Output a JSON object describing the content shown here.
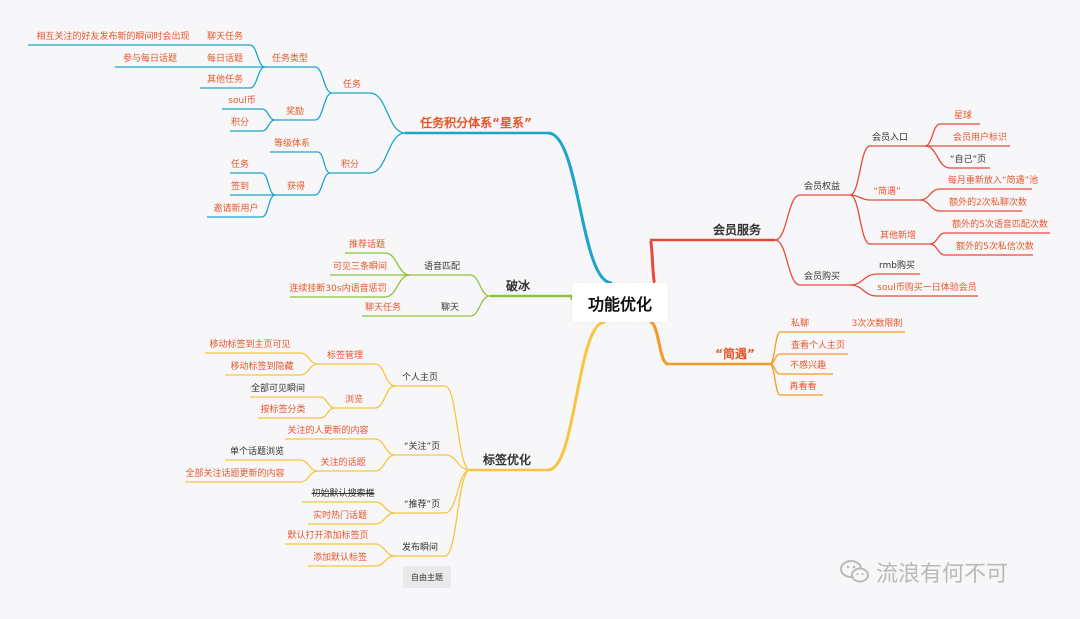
{
  "mindmap": {
    "root": "功能优化",
    "colors": {
      "blue": "#1ea5cc",
      "green": "#8dc43f",
      "yellow": "#f7c543",
      "red": "#e84a3a",
      "orange": "#f39a2b",
      "text_accent": "#e8562a",
      "text_dark": "#333333"
    },
    "branches": [
      {
        "title": "任务积分体系“星系”",
        "children": [
          {
            "label": "任务",
            "children": [
              {
                "label": "任务类型",
                "children": [
                  {
                    "label": "聊天任务",
                    "children": [
                      {
                        "label": "相互关注的好友发布新的瞬间时会出现"
                      }
                    ]
                  },
                  {
                    "label": "每日话题",
                    "children": [
                      {
                        "label": "参与每日话题"
                      }
                    ]
                  },
                  {
                    "label": "其他任务"
                  }
                ]
              },
              {
                "label": "奖励",
                "children": [
                  {
                    "label": "soul币"
                  },
                  {
                    "label": "积分"
                  }
                ]
              }
            ]
          },
          {
            "label": "积分",
            "children": [
              {
                "label": "等级体系"
              },
              {
                "label": "获得",
                "children": [
                  {
                    "label": "任务"
                  },
                  {
                    "label": "签到"
                  },
                  {
                    "label": "邀请新用户"
                  }
                ]
              }
            ]
          }
        ]
      },
      {
        "title": "破冰",
        "children": [
          {
            "label": "语音匹配",
            "children": [
              {
                "label": "推荐话题"
              },
              {
                "label": "可见三条瞬间"
              },
              {
                "label": "连续挂断30s内语音惩罚"
              }
            ]
          },
          {
            "label": "聊天",
            "children": [
              {
                "label": "聊天任务"
              }
            ]
          }
        ]
      },
      {
        "title": "标签优化",
        "children": [
          {
            "label": "个人主页",
            "children": [
              {
                "label": "标签管理",
                "children": [
                  {
                    "label": "移动标签到主页可见"
                  },
                  {
                    "label": "移动标签到隐藏"
                  }
                ]
              },
              {
                "label": "浏览",
                "children": [
                  {
                    "label": "全部可见瞬间"
                  },
                  {
                    "label": "按标签分类"
                  }
                ]
              }
            ]
          },
          {
            "label": "“关注”页",
            "children": [
              {
                "label": "关注的人更新的内容"
              },
              {
                "label": "关注的话题",
                "children": [
                  {
                    "label": "单个话题浏览"
                  },
                  {
                    "label": "全部关注话题更新的内容"
                  }
                ]
              }
            ]
          },
          {
            "label": "“推荐”页",
            "children": [
              {
                "label": "初始默认搜索框"
              },
              {
                "label": "实时热门话题"
              }
            ]
          },
          {
            "label": "发布瞬间",
            "children": [
              {
                "label": "默认打开添加标签页"
              },
              {
                "label": "添加默认标签"
              }
            ]
          }
        ]
      },
      {
        "title": "会员服务",
        "children": [
          {
            "label": "会员权益",
            "children": [
              {
                "label": "会员入口",
                "children": [
                  {
                    "label": "星球"
                  },
                  {
                    "label": "会员用户标识"
                  },
                  {
                    "label": "“自己”页"
                  }
                ]
              },
              {
                "label": "“简遇”",
                "children": [
                  {
                    "label": "每月重新放入“简遇”池"
                  },
                  {
                    "label": "额外的2次私聊次数"
                  }
                ]
              },
              {
                "label": "其他新增",
                "children": [
                  {
                    "label": "额外的5次语音匹配次数"
                  },
                  {
                    "label": "额外的5次私信次数"
                  }
                ]
              }
            ]
          },
          {
            "label": "会员购买",
            "children": [
              {
                "label": "rmb购买"
              },
              {
                "label": "soul币购买一日体验会员"
              }
            ]
          }
        ]
      },
      {
        "title": "“简遇”",
        "children": [
          {
            "label": "私聊",
            "children": [
              {
                "label": "3次次数限制"
              }
            ]
          },
          {
            "label": "查看个人主页"
          },
          {
            "label": "不感兴趣"
          },
          {
            "label": "再看看"
          }
        ]
      }
    ],
    "floating_topic": "自由主题"
  },
  "watermark": {
    "icon": "wechat-icon",
    "text": "流浪有何不可"
  }
}
